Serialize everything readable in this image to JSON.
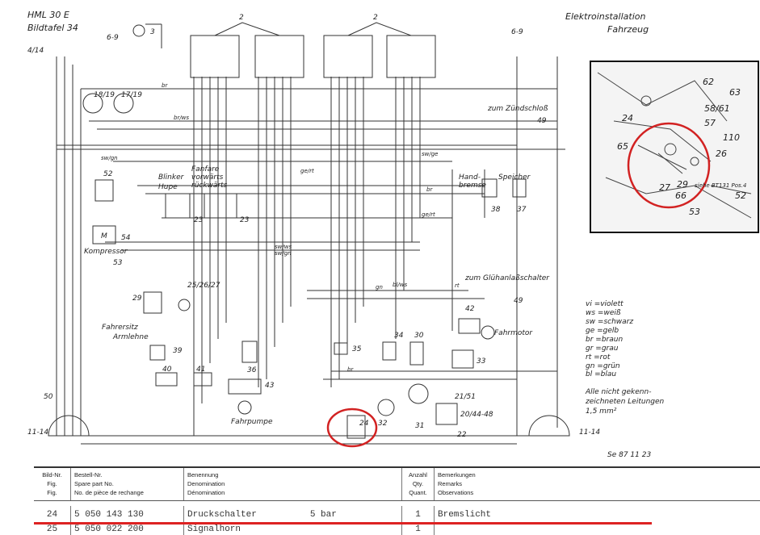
{
  "title": {
    "line1": "HML 30 E",
    "line2": "Bildtafel 34"
  },
  "header_right": {
    "line1": "Elektroinstallation",
    "line2": "Fahrzeug"
  },
  "labels": {
    "zuendschloss": "zum Zündschloß",
    "handbremse1": "Hand-",
    "handbremse2": "bremse",
    "speicher": "Speicher",
    "blinker": "Blinker",
    "hupe": "Hupe",
    "fanfare": "Fanfare",
    "vorwaerts": "vorwärts",
    "rueckwaerts": "rückwärts",
    "kompressor": "Kompressor",
    "gluehanlass": "zum Glühanlaßschalter",
    "fahrmotor": "Fahrmotor",
    "fahrersitz": "Fahrersitz",
    "armlehne": "Armlehne",
    "fahrpumpe": "Fahrpumpe",
    "drawing_no": "Se 87 11 23"
  },
  "wire_labels": [
    "br",
    "br/ws",
    "sw/gn",
    "sw/ge",
    "ge/rt",
    "br",
    "ge/rt",
    "sw/ws",
    "sw/gn",
    "gn",
    "bl/ws",
    "rt",
    "br"
  ],
  "part_numbers": {
    "p2a": "2",
    "p2b": "2",
    "p3": "3",
    "p69a": "6-9",
    "p69b": "6-9",
    "p414": "4/14",
    "p1819": "18/19",
    "p1719": "17/19",
    "p49a": "49",
    "p52": "52",
    "p54": "54",
    "p53": "53",
    "p23a": "23",
    "p23b": "23",
    "p38": "38",
    "p37": "37",
    "p29": "29",
    "p252627": "25/26/27",
    "p42": "42",
    "p49b": "49",
    "p39": "39",
    "p35": "35",
    "p34": "34",
    "p30": "30",
    "p33": "33",
    "p40": "40",
    "p41": "41",
    "p36": "36",
    "p43": "43",
    "p50": "50",
    "p1114a": "11-14",
    "p1114b": "11-14",
    "p24": "24",
    "p32": "32",
    "p31": "31",
    "p2151": "21/51",
    "p204448": "20/44-48",
    "p22": "22",
    "m": "M"
  },
  "legend": {
    "colors": [
      "vi =violett",
      "ws =weiß",
      "sw =schwarz",
      "ge =gelb",
      "br =braun",
      "gr =grau",
      "rt =rot",
      "gn =grün",
      "bl =blau"
    ],
    "note1": "Alle nicht gekenn-",
    "note2": "zeichneten Leitungen",
    "note3": "1,5 mm²"
  },
  "inset": {
    "labels": [
      "62",
      "63",
      "58/61",
      "57",
      "24",
      "110",
      "65",
      "26",
      "27",
      "29",
      "66",
      "52",
      "53"
    ],
    "note": "siehe BT131 Pos.4"
  },
  "highlight_color": "#d22222",
  "table": {
    "headers": {
      "fig": [
        "Bild-Nr.",
        "Fig.",
        "Fig."
      ],
      "part": [
        "Bestell-Nr.",
        "Spare part No.",
        "No. de pièce de rechange"
      ],
      "name": [
        "Benennung",
        "Denomination",
        "Dénomination"
      ],
      "qty": [
        "Anzahl",
        "Qty.",
        "Quant."
      ],
      "remarks": [
        "Bemerkungen",
        "Remarks",
        "Observations"
      ]
    },
    "rows": [
      {
        "fig": "24",
        "part": "5 050 143 130",
        "name": "Druckschalter          5 bar",
        "qty": "1",
        "remarks": "Bremslicht"
      },
      {
        "fig": "25",
        "part": "5 050 022 200",
        "name": "Signalhorn",
        "qty": "1",
        "remarks": ""
      }
    ]
  }
}
